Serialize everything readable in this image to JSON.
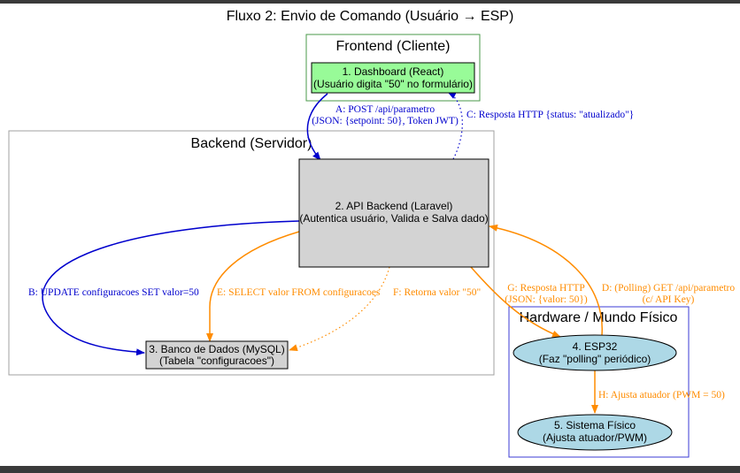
{
  "title": "Fluxo 2: Envio de Comando (Usuário → ESP)",
  "clusters": {
    "frontend": {
      "label": "Frontend (Cliente)",
      "border": "#4a9a4a"
    },
    "backend": {
      "label": "Backend (Servidor)",
      "border": "#a0a0a0"
    },
    "hardware": {
      "label": "Hardware / Mundo Físico",
      "border": "#3b3bd6"
    }
  },
  "nodes": {
    "dashboard": {
      "line1": "1. Dashboard (React)",
      "line2": "(Usuário digita \"50\" no formulário)",
      "fill": "#98fb98"
    },
    "api": {
      "line1": "2. API Backend (Laravel)",
      "line2": "(Autentica usuário, Valida e Salva dado)",
      "fill": "#d3d3d3"
    },
    "db": {
      "line1": "3. Banco de Dados (MySQL)",
      "line2": "(Tabela \"configuracoes\")",
      "fill": "#d3d3d3"
    },
    "esp": {
      "line1": "4. ESP32",
      "line2": "(Faz \"polling\" periódico)",
      "fill": "#add8e6"
    },
    "fisico": {
      "line1": "5. Sistema Físico",
      "line2": "(Ajusta atuador/PWM)",
      "fill": "#add8e6"
    }
  },
  "edges": {
    "a": {
      "line1": "A: POST /api/parametro",
      "line2": "(JSON: {setpoint: 50}, Token JWT)",
      "color": "#0000cd"
    },
    "b": {
      "line1": "B: UPDATE configuracoes SET valor=50",
      "color": "#0000cd"
    },
    "c": {
      "line1": "C: Resposta HTTP {status: \"atualizado\"}",
      "color": "#0000cd"
    },
    "d": {
      "line1": "D: (Polling) GET /api/parametro",
      "line2": "(c/ API Key)",
      "color": "#ff8c00"
    },
    "e": {
      "line1": "E: SELECT valor FROM configuracoes",
      "color": "#ff8c00"
    },
    "f": {
      "line1": "F: Retorna valor \"50\"",
      "color": "#ff8c00"
    },
    "g": {
      "line1": "G: Resposta HTTP",
      "line2": "(JSON: {valor: 50})",
      "color": "#ff8c00"
    },
    "h": {
      "line1": "H: Ajusta atuador (PWM = 50)",
      "color": "#ff8c00"
    }
  }
}
